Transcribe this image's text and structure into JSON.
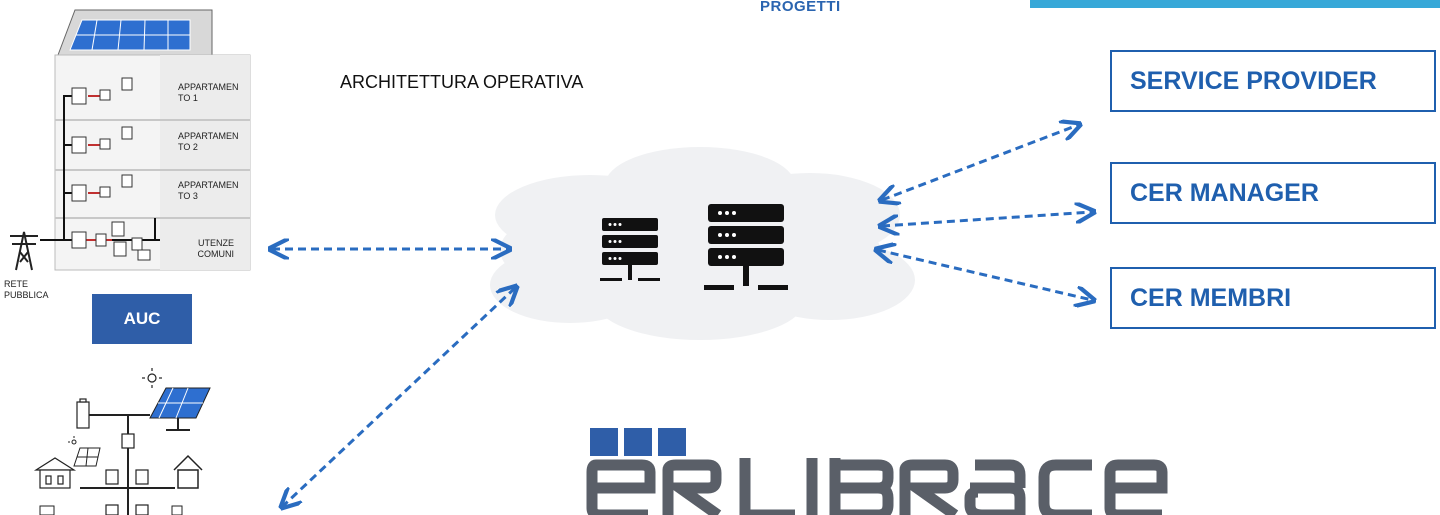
{
  "header": {
    "title": "PROGETTI"
  },
  "accent_color": "#37a8d8",
  "arch_title": "ARCHITETTURA OPERATIVA",
  "roles": [
    {
      "label": "SERVICE PROVIDER"
    },
    {
      "label": "CER MANAGER"
    },
    {
      "label": "CER MEMBRI"
    }
  ],
  "building": {
    "apartments": [
      "APPARTAMEN TO 1",
      "APPARTAMEN TO 2",
      "APPARTAMEN TO 3"
    ],
    "common": "UTENZE COMUNI",
    "grid": "RETE PUBBLICA",
    "badge": "AUC"
  },
  "logo": {
    "text": "er libra ce"
  },
  "colors": {
    "role_blue": "#1f5fae",
    "arrow_blue": "#2a6cc0",
    "cloud": "#f0f1f3"
  }
}
